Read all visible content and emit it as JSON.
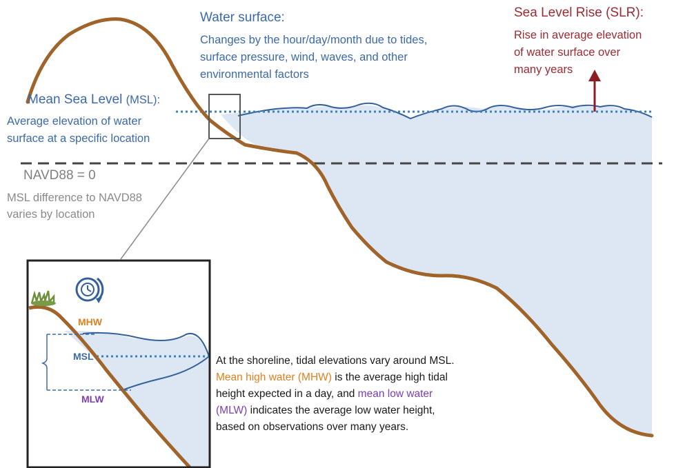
{
  "water_surface": {
    "title": "Water surface:",
    "lines": [
      "Changes by the hour/day/month due to tides,",
      "surface pressure, wind, waves, and other",
      "environmental factors"
    ]
  },
  "slr": {
    "title": "Sea Level Rise (SLR):",
    "lines": [
      "Rise in average elevation",
      "of water surface over",
      "many years"
    ]
  },
  "msl": {
    "title_main": "Mean Sea Level",
    "title_abbr": "(MSL):",
    "lines": [
      "Average elevation of water",
      "surface at a specific location"
    ]
  },
  "navd": {
    "title": "NAVD88 = 0",
    "lines": [
      "MSL difference to NAVD88",
      "varies by location"
    ]
  },
  "inset": {
    "mhw": "MHW",
    "msl": "MSL",
    "mlw": "MLW"
  },
  "description": {
    "line1": "At the shoreline, tidal elevations vary around MSL.",
    "mhw_term": "Mean high water (MHW)",
    "line2_rest": " is the average high tidal",
    "line3_pre": "height expected in a day, and ",
    "mlw_term_a": "mean low water",
    "mlw_term_b": "(MLW)",
    "line4_rest": " indicates the average low water height,",
    "line5": "based on observations over many years."
  },
  "colors": {
    "land": "#a0642a",
    "water_fill": "#dde7f3",
    "water_line": "#34609a",
    "msl_dots": "#3c7fc0",
    "navd_dash": "#444444",
    "slr_arrow": "#8b1e24",
    "mhw": "#e0801f",
    "mlw": "#7b3fb0"
  },
  "icons": [
    "clock-cycle-icon",
    "grass-icon",
    "up-arrow-icon"
  ]
}
